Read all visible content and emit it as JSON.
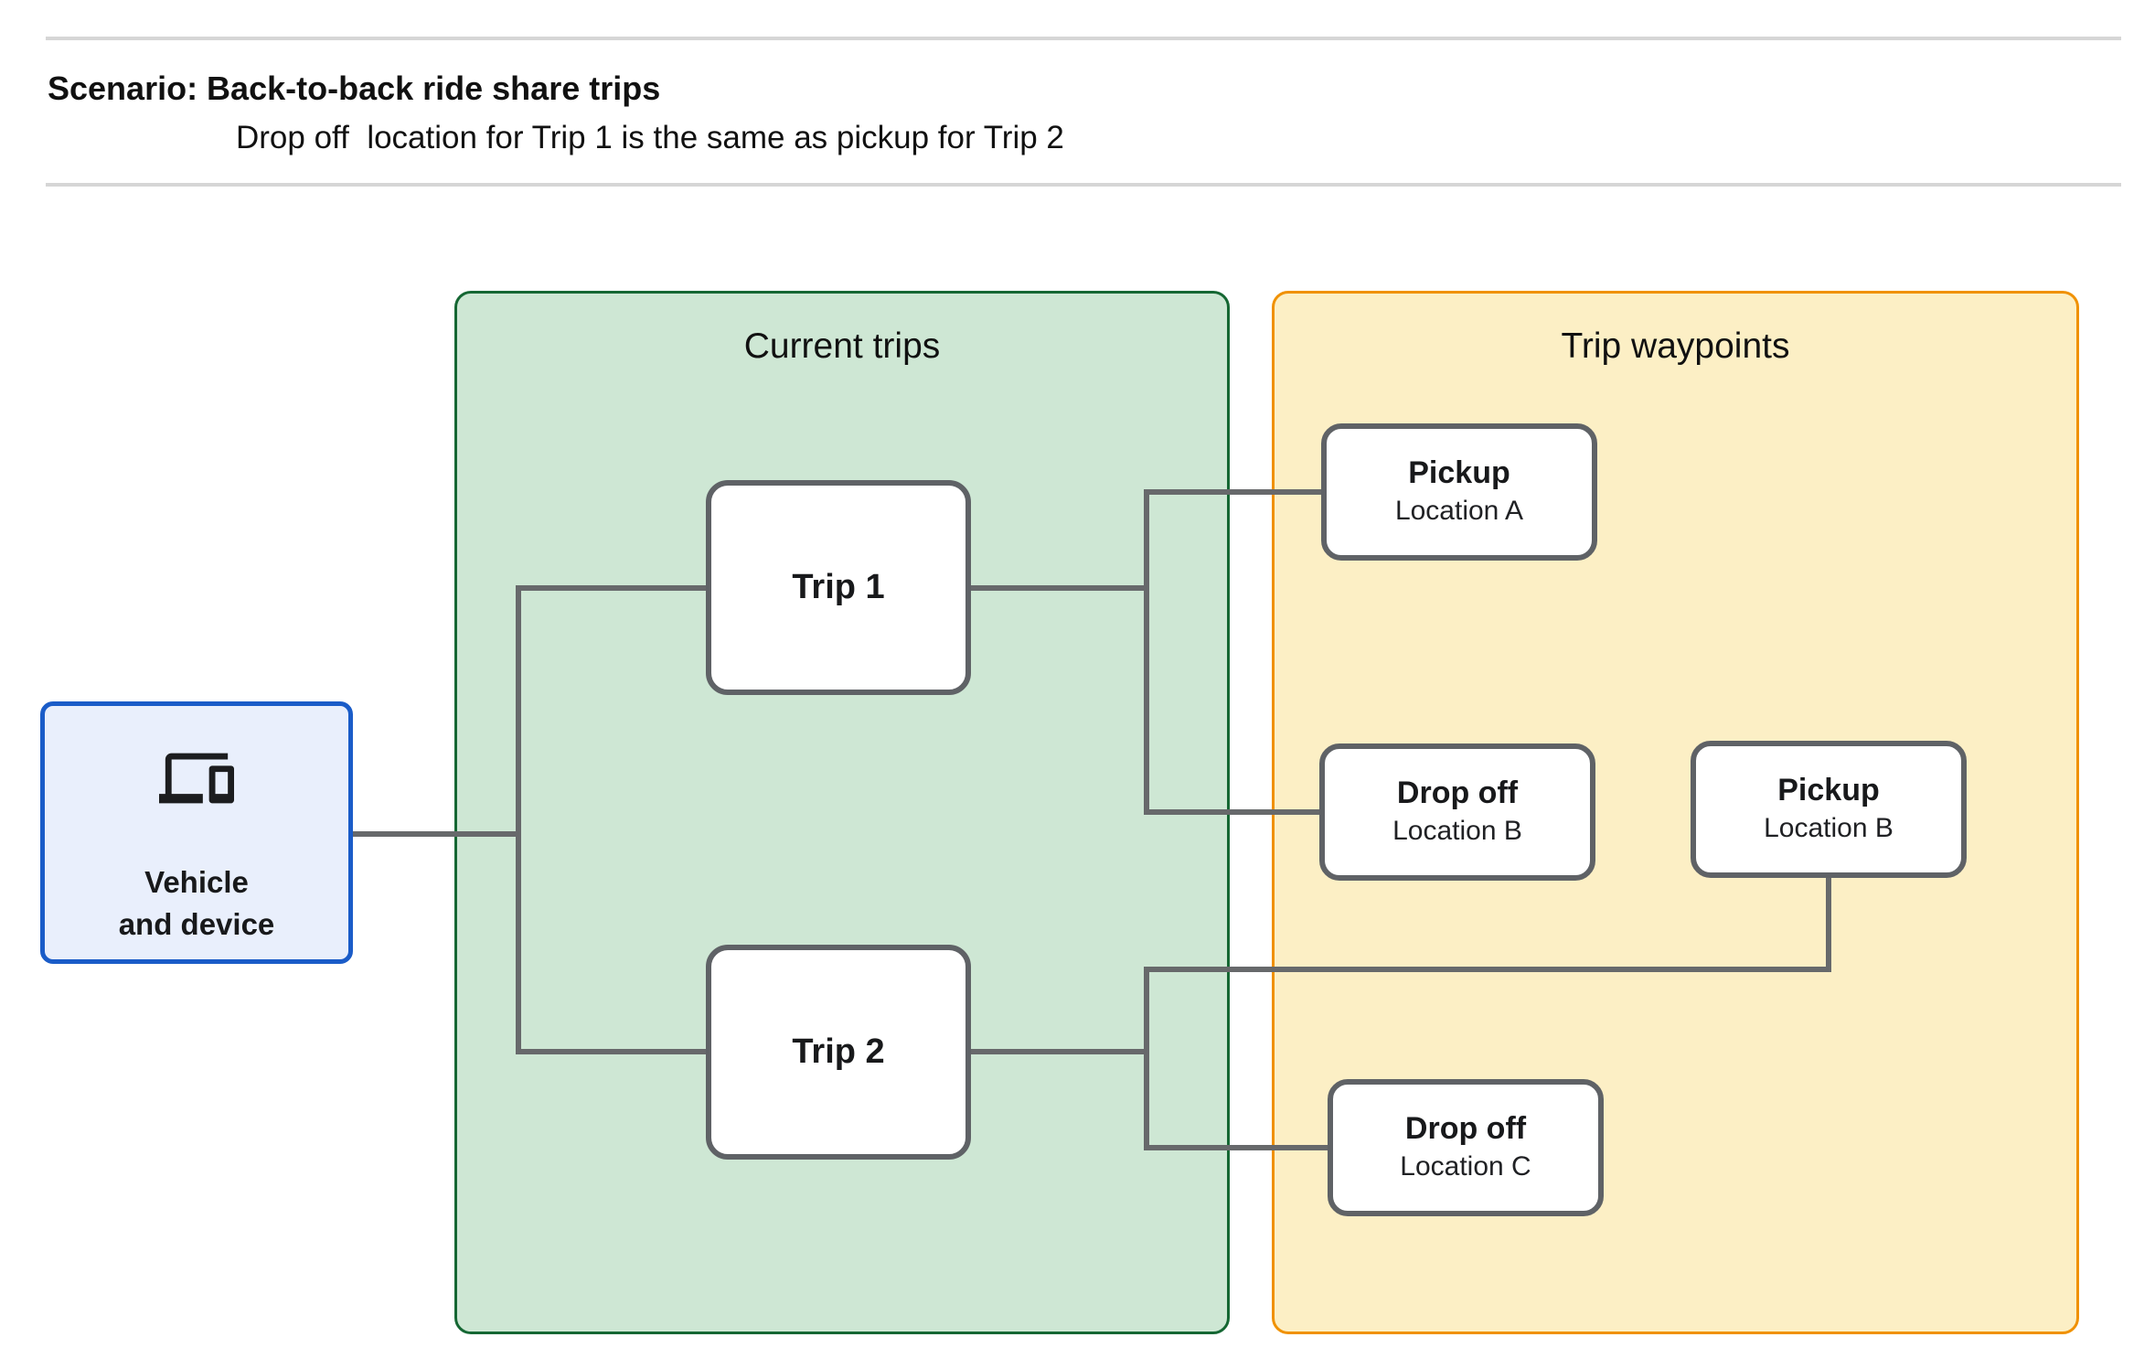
{
  "header": {
    "title": "Scenario: Back-to-back ride share trips",
    "subtitle": "Drop off  location for Trip 1 is the same as pickup for Trip 2"
  },
  "vehicle_node": {
    "icon": "devices-icon",
    "label_line1": "Vehicle",
    "label_line2": "and device"
  },
  "panels": {
    "current_trips": {
      "title": "Current trips",
      "fill": "#CEE7D4",
      "border": "#156733"
    },
    "trip_waypoints": {
      "title": "Trip waypoints",
      "fill": "#FCEFC5",
      "border": "#F09100"
    }
  },
  "trips": [
    {
      "label": "Trip 1"
    },
    {
      "label": "Trip 2"
    }
  ],
  "waypoints": [
    {
      "title": "Pickup",
      "subtitle": "Location A"
    },
    {
      "title": "Drop off",
      "subtitle": "Location B"
    },
    {
      "title": "Pickup",
      "subtitle": "Location B"
    },
    {
      "title": "Drop off",
      "subtitle": "Location C"
    }
  ],
  "colors": {
    "vehicle_fill": "#E9EFFC",
    "vehicle_border": "#1A5CC8",
    "connector": "#67696B",
    "node_border": "#5F6266",
    "divider": "#D6D6D6",
    "text": "#111111"
  }
}
